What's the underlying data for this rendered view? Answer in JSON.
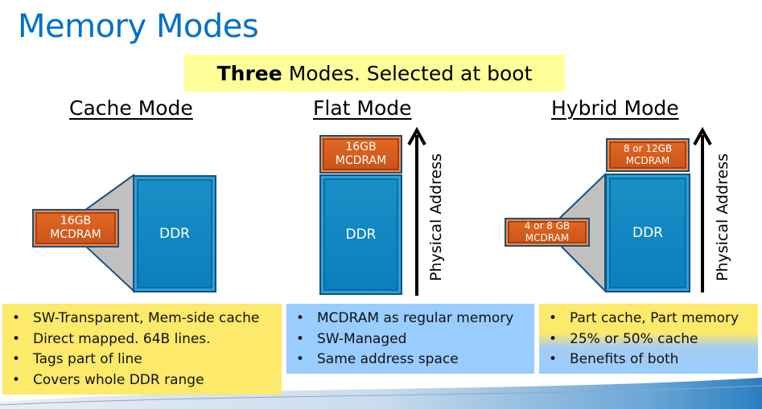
{
  "title": "Memory Modes",
  "subtitle": {
    "bold": "Three",
    "rest": "Modes. Selected at boot"
  },
  "colors": {
    "title": "#0071c5",
    "ddr": "#0a7fbd",
    "mcdram": "#d45d1e",
    "yellow_box": "#fde96a",
    "blue_box": "#99ccff",
    "subtitle_bg": "#ffff99"
  },
  "modes": [
    {
      "name": "Cache Mode",
      "ddr_label": "DDR",
      "mcdram": [
        "16GB",
        "MCDRAM"
      ],
      "bullets": [
        "SW-Transparent, Mem-side cache",
        "Direct mapped. 64B lines.",
        "Tags part of line",
        "Covers whole DDR range"
      ]
    },
    {
      "name": "Flat Mode",
      "ddr_label": "DDR",
      "mcdram": [
        "16GB",
        "MCDRAM"
      ],
      "axis_label": "Physical Address",
      "bullets": [
        "MCDRAM as regular memory",
        "SW-Managed",
        "Same address space"
      ]
    },
    {
      "name": "Hybrid Mode",
      "ddr_label": "DDR",
      "mcdram_flat": [
        "8 or 12GB",
        "MCDRAM"
      ],
      "mcdram_cache": [
        "4 or 8 GB",
        "MCDRAM"
      ],
      "axis_label": "Physical Address",
      "bullets": [
        "Part cache, Part memory",
        "25% or 50% cache",
        "Benefits of both"
      ]
    }
  ]
}
